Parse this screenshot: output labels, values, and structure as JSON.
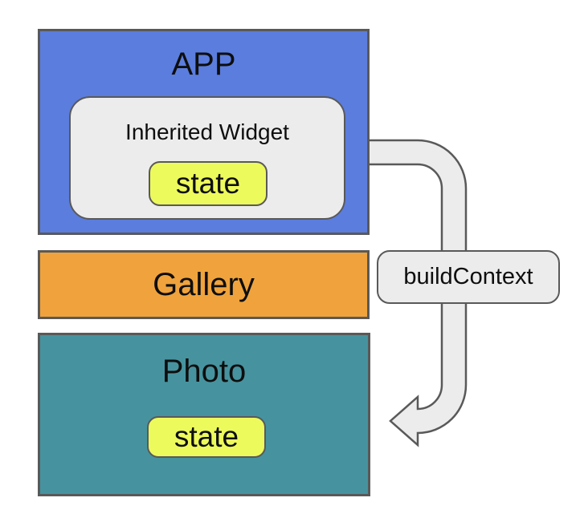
{
  "colors": {
    "app_blue": "#5B7DDE",
    "gallery_orange": "#F0A33C",
    "photo_teal": "#46939F",
    "state_yellow": "#EDFA5C",
    "panel_gray": "#ECECEC",
    "border_gray": "#595959"
  },
  "diagram": {
    "app": {
      "label": "APP"
    },
    "inherited_widget": {
      "label": "Inherited Widget",
      "state": {
        "label": "state"
      }
    },
    "gallery": {
      "label": "Gallery"
    },
    "photo": {
      "label": "Photo",
      "state": {
        "label": "state"
      }
    },
    "arrow": {
      "label": "buildContext",
      "from": "Inherited Widget",
      "to": "Photo"
    }
  }
}
